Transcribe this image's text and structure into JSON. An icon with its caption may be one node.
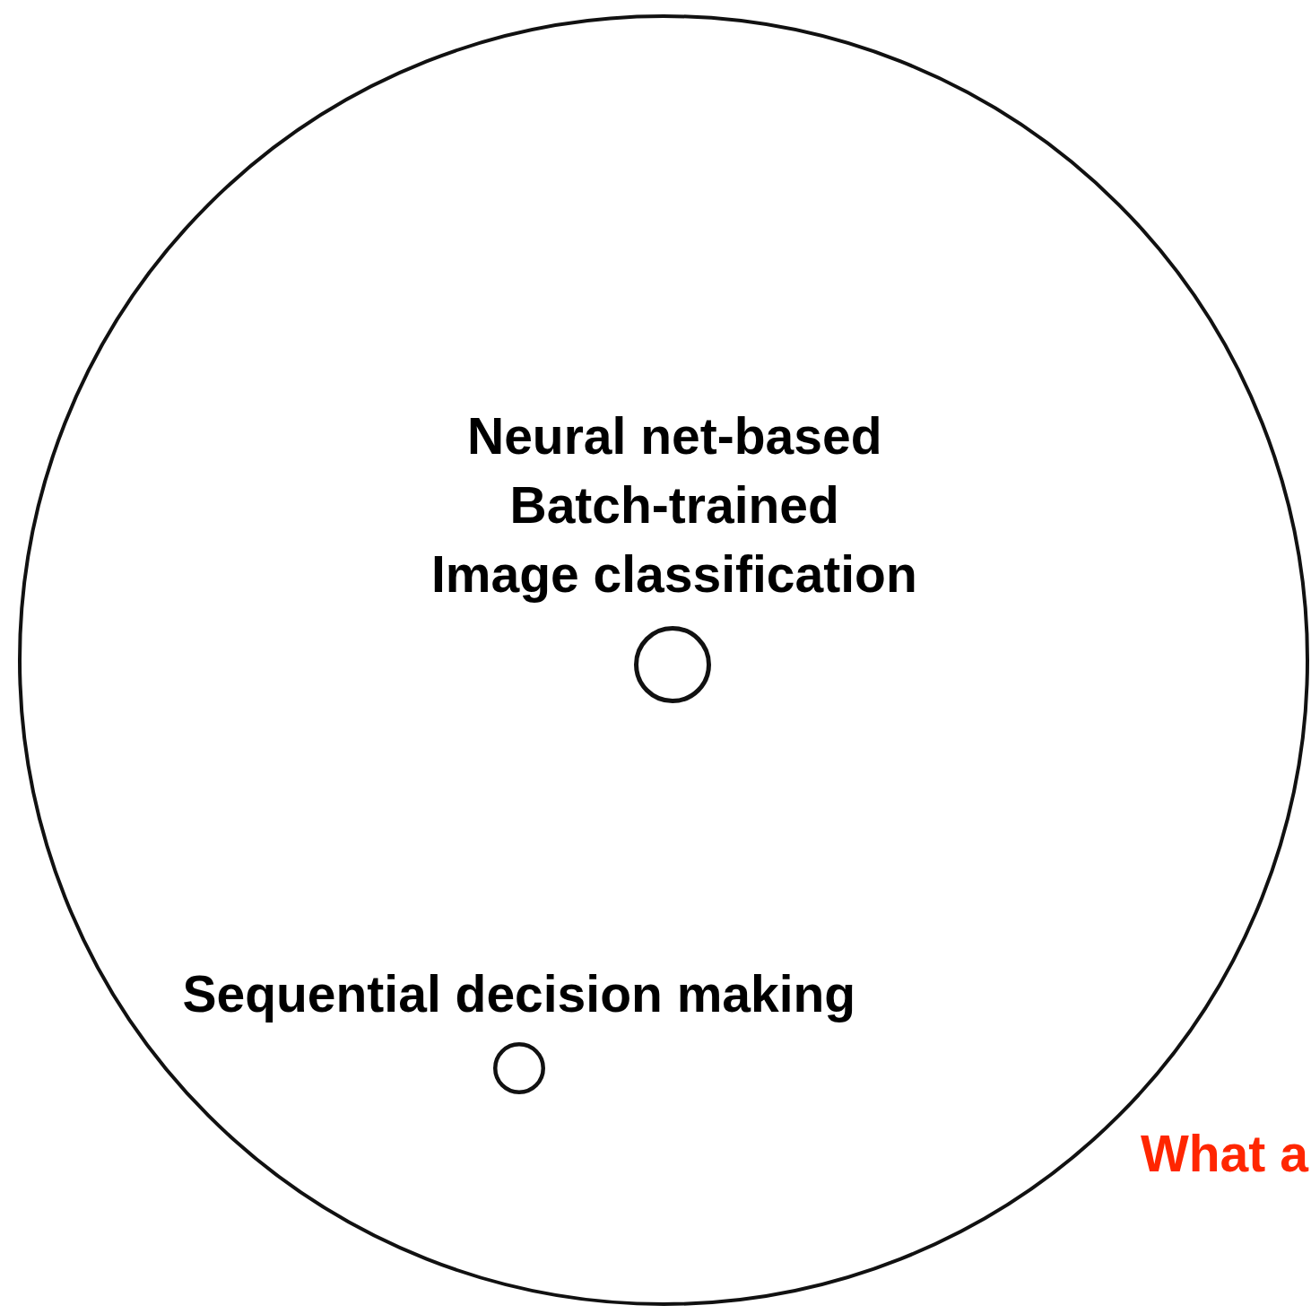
{
  "diagram": {
    "nodes": [
      {
        "text": [],
        "shape": "circle"
      },
      {
        "text": [],
        "shape": "circle",
        "in": 0,
        "beside": [
          "Neural net-based",
          "Batch-trained",
          "Image classification"
        ]
      },
      {
        "text": [],
        "shape": "circle",
        "in": 0,
        "beside": [
          "Sequential decision making"
        ]
      }
    ],
    "labels": [
      "What a"
    ]
  }
}
